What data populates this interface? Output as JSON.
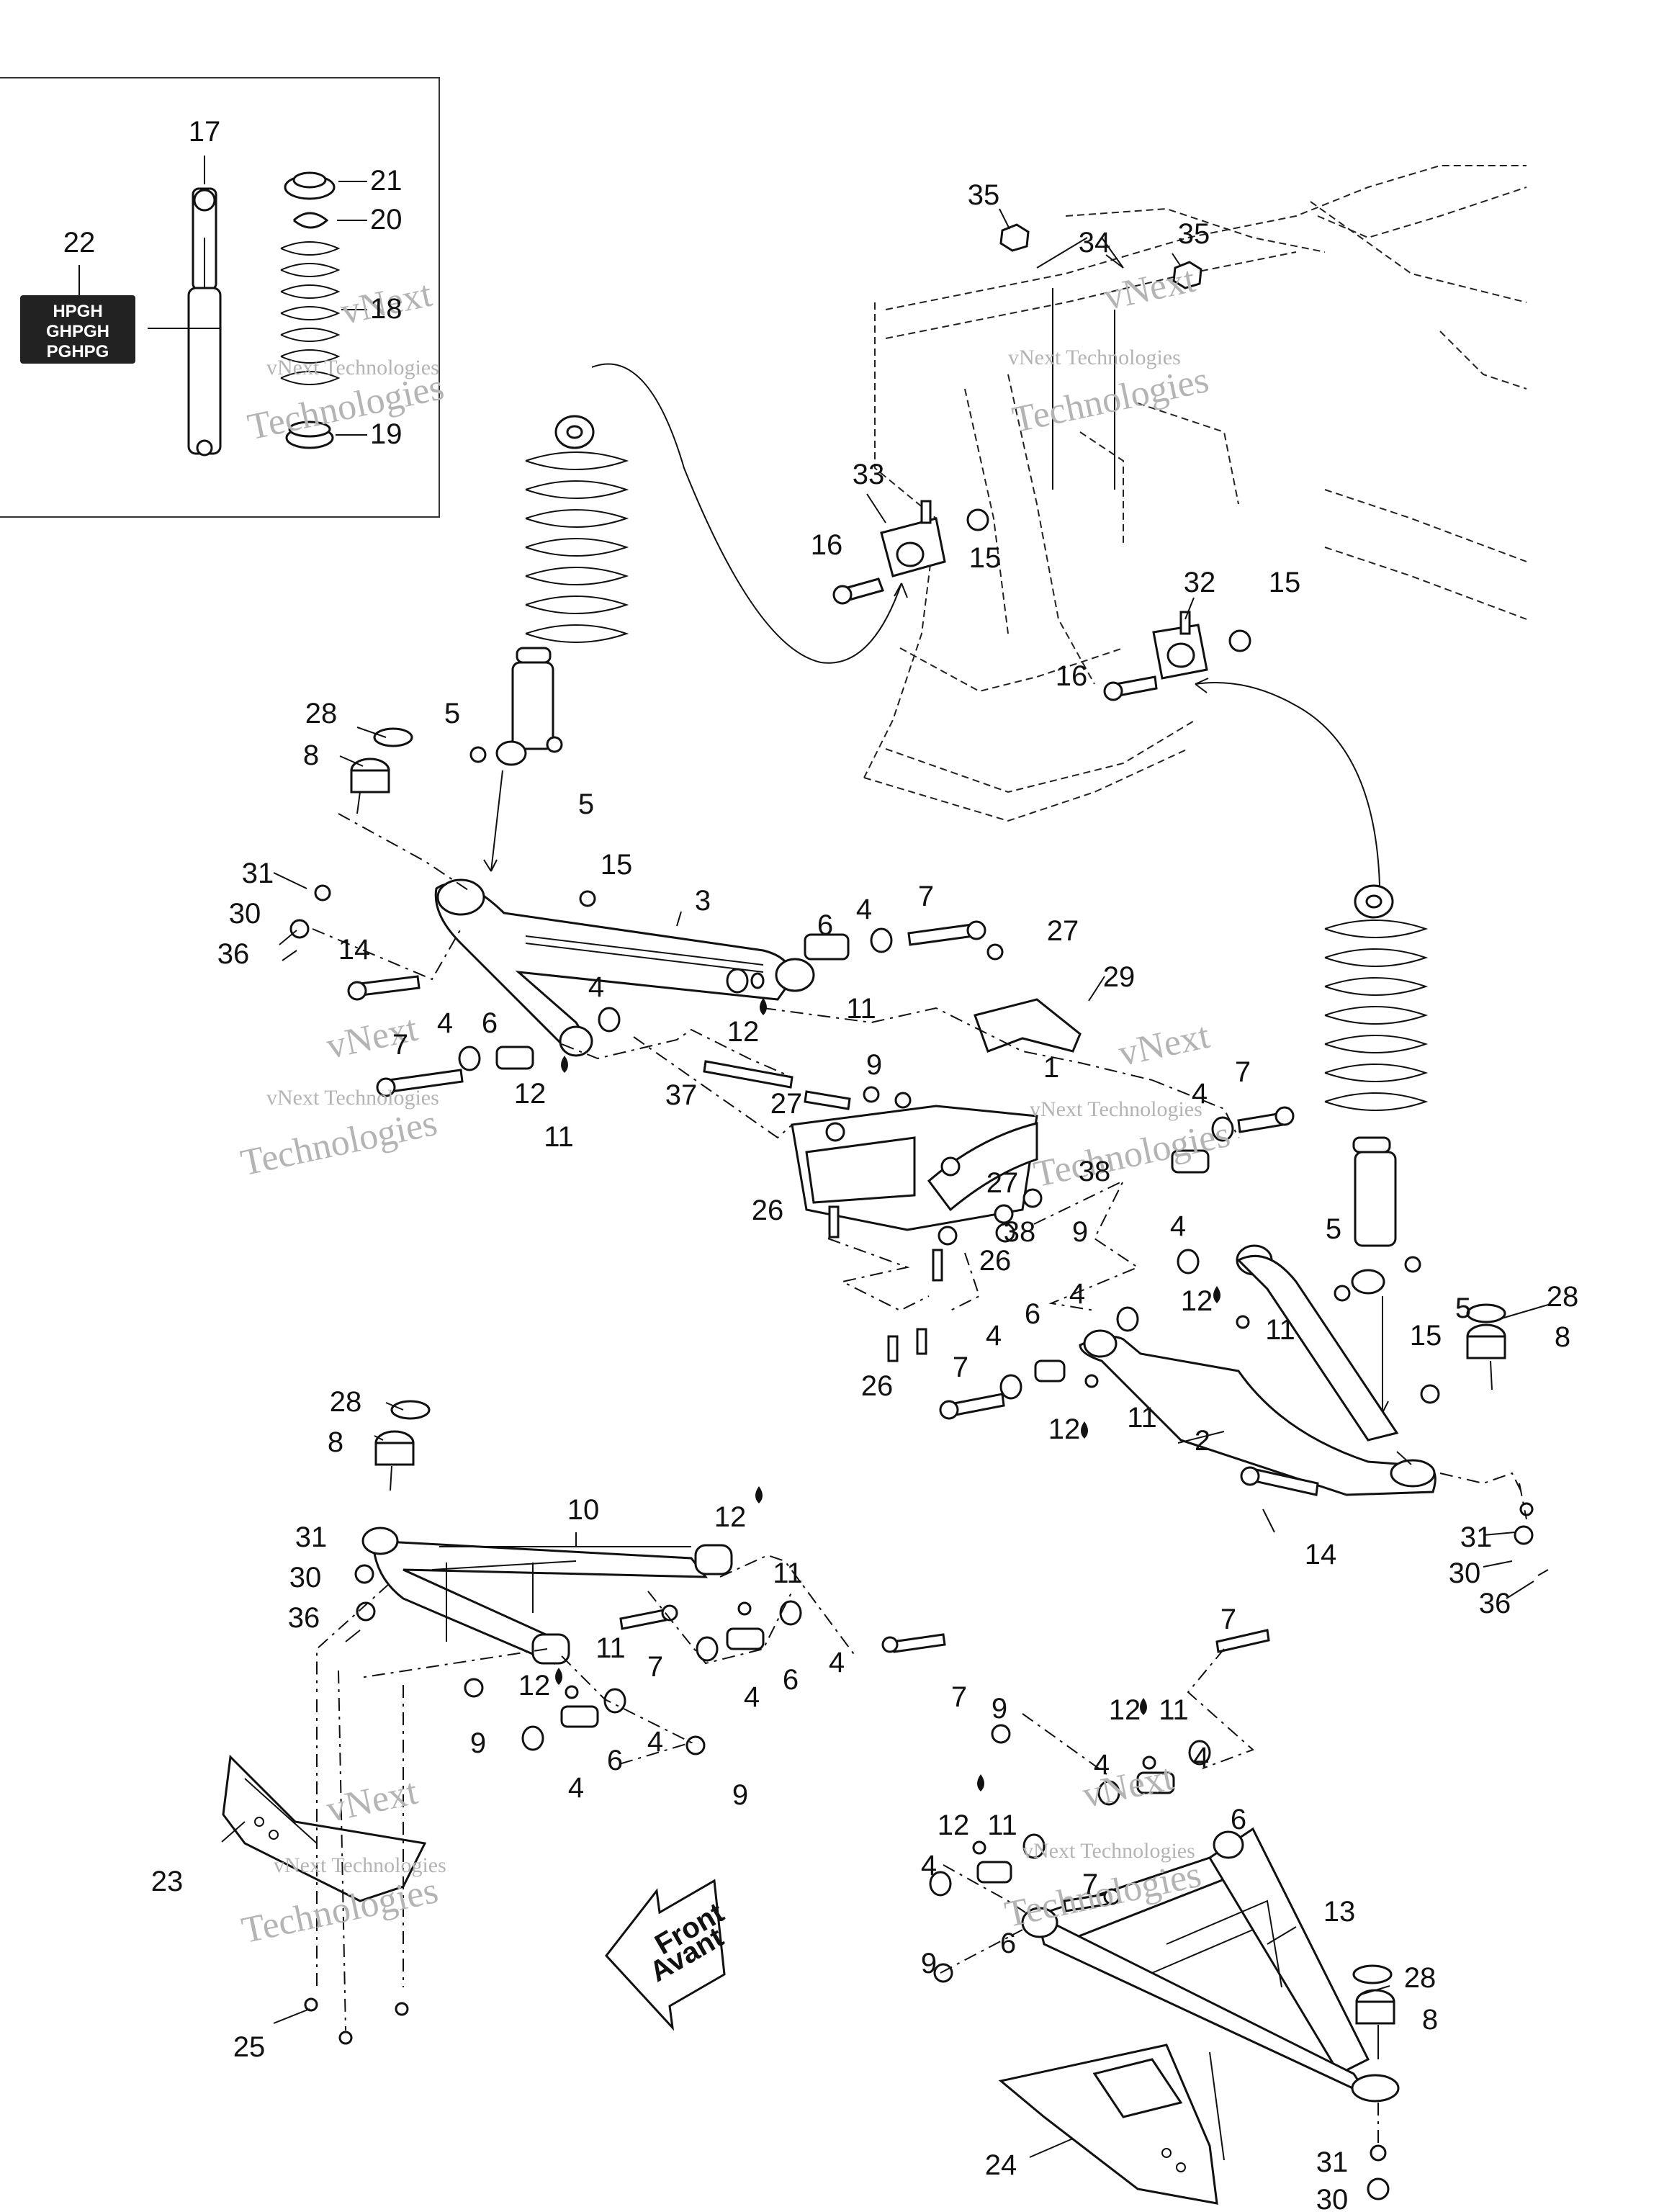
{
  "callouts": {
    "c17": "17",
    "c22": "22",
    "c21": "21",
    "c20": "20",
    "c18": "18",
    "c19": "19",
    "c35a": "35",
    "c35b": "35",
    "c34": "34",
    "c33": "33",
    "c16a": "16",
    "c15a": "15",
    "c32": "32",
    "c15b": "15",
    "c16b": "16",
    "c28a": "28",
    "c8a": "8",
    "c5a": "5",
    "c5b": "5",
    "c31a": "31",
    "c30a": "30",
    "c36a": "36",
    "c14a": "14",
    "c15c": "15",
    "c3": "3",
    "c6a": "6",
    "c4a": "4",
    "c7a": "7",
    "c27a": "27",
    "c29": "29",
    "c4b": "4",
    "c11a": "11",
    "c12a": "12",
    "c7b": "7",
    "c4c": "4",
    "c6b": "6",
    "c12b": "12",
    "c11b": "11",
    "c9a": "9",
    "c1": "1",
    "c37": "37",
    "c27b": "27",
    "c4d": "4",
    "c7c": "7",
    "c38a": "38",
    "c27c": "27",
    "c26a": "26",
    "c9b": "9",
    "c38b": "38",
    "c26b": "26",
    "c5c": "5",
    "c5d": "5",
    "c4e": "4",
    "c12c": "12",
    "c11c": "11",
    "c28b": "28",
    "c8b": "8",
    "c4f": "4",
    "c26c": "26",
    "c4g": "4",
    "c6c": "6",
    "c7d": "7",
    "c15d": "15",
    "c12d": "12",
    "c11d": "11",
    "c2": "2",
    "c14b": "14",
    "c31b": "31",
    "c30b": "30",
    "c36b": "36",
    "c28c": "28",
    "c8c": "8",
    "c10": "10",
    "c12e": "12",
    "c31c": "31",
    "c11e": "11",
    "c30c": "30",
    "c36c": "36",
    "c11f": "11",
    "c7e": "7",
    "c4h": "4",
    "c12f": "12",
    "c9c": "9",
    "c6d": "6",
    "c4i": "4",
    "c4j": "4",
    "c4k": "4",
    "c6e": "6",
    "c9d": "9",
    "c7f": "7",
    "c7g": "7",
    "c9e": "9",
    "c12g": "12",
    "c11g": "11",
    "c4l": "4",
    "c6f": "6",
    "c4m": "4",
    "c12h": "12",
    "c11h": "11",
    "c4n": "4",
    "c7h": "7",
    "c13": "13",
    "c9f": "9",
    "c6g": "6",
    "c23": "23",
    "c25": "25",
    "c28d": "28",
    "c8d": "8",
    "c24": "24",
    "c31d": "31",
    "c30d": "30"
  },
  "decal": {
    "row1": "HPGH",
    "row2": "GHPGH",
    "row3": "PGHPG"
  },
  "direction_arrow": {
    "line1": "Front",
    "line2": "Avant"
  },
  "watermark": {
    "line1": "vNext",
    "line2": "vNext Technologies",
    "line3": "Technologies"
  }
}
